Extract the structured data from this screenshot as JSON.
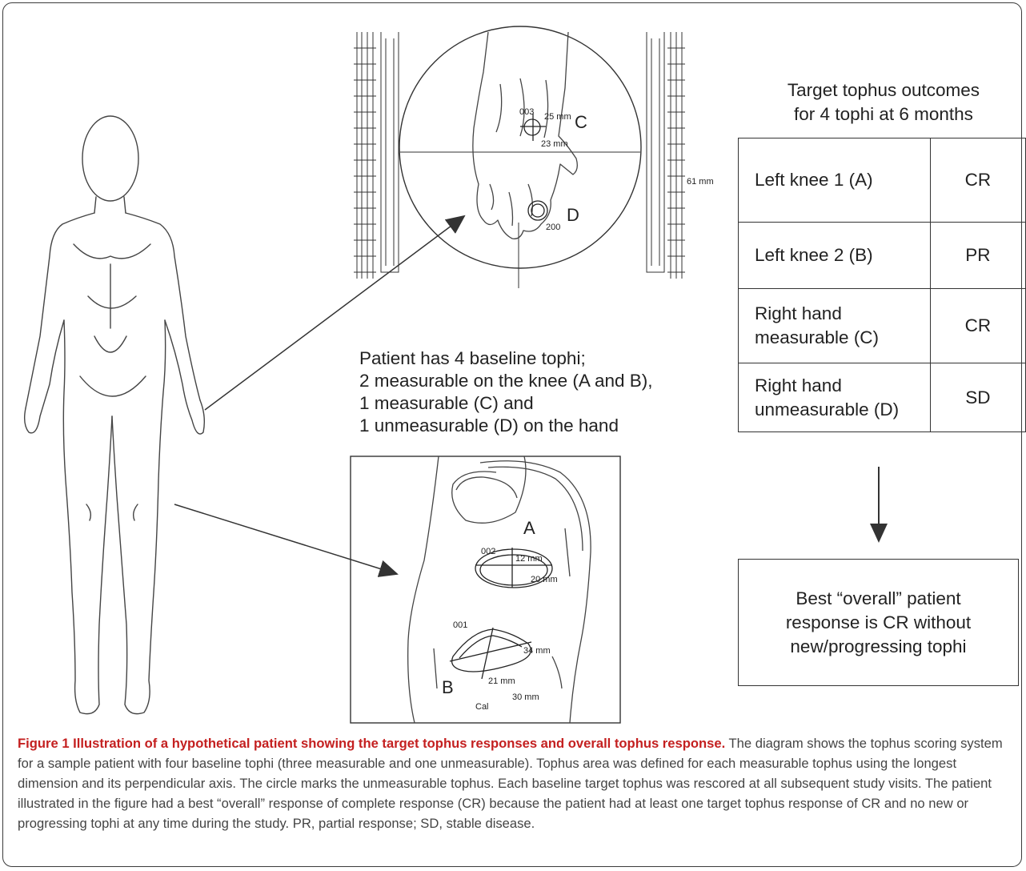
{
  "figure": {
    "intro_lines": [
      "Patient has 4 baseline tophi;",
      "2 measurable on the knee (A and B),",
      "1 measurable (C) and",
      "1 unmeasurable (D) on the hand"
    ],
    "outcomes_title_line1": "Target tophus outcomes",
    "outcomes_title_line2": "for 4 tophi at 6 months",
    "outcomes": [
      {
        "site": "Left knee 1 (A)",
        "response": "CR"
      },
      {
        "site": "Left knee 2 (B)",
        "response": "PR"
      },
      {
        "site_line1": "Right hand",
        "site_line2": "measurable (C)",
        "response": "CR"
      },
      {
        "site_line1": "Right hand",
        "site_line2": "unmeasurable (D)",
        "response": "SD"
      }
    ],
    "overall_line1": "Best “overall” patient",
    "overall_line2": "response is CR without",
    "overall_line3": "new/progressing tophi",
    "hand_panel": {
      "label_c": "C",
      "label_d": "D",
      "id_c": "003",
      "dim_c1": "25 mm",
      "dim_c2": "23 mm",
      "id_d": "200",
      "scale": "61 mm"
    },
    "knee_panel": {
      "label_a": "A",
      "label_b": "B",
      "id_a": "002",
      "dim_a1": "12 mm",
      "dim_a2": "20 mm",
      "id_b": "001",
      "dim_b1": "34 mm",
      "dim_b2": "21 mm",
      "cal": "Cal",
      "scale": "30 mm"
    }
  },
  "caption": {
    "title": "Figure 1 Illustration of a hypothetical patient showing the target tophus responses and overall tophus response.",
    "body": " The diagram shows the tophus scoring system for a sample patient with four baseline tophi (three measurable and one unmeasurable). Tophus area was defined for each measurable tophus using the longest dimension and its perpendicular axis. The circle marks the unmeasurable tophus. Each baseline target tophus was rescored at all subsequent study visits. The patient illustrated in the figure had a best “overall” response of complete response (CR) because the patient had at least one target tophus response of CR and no new or progressing tophi at any time during the study. PR, partial response; SD, stable disease."
  }
}
